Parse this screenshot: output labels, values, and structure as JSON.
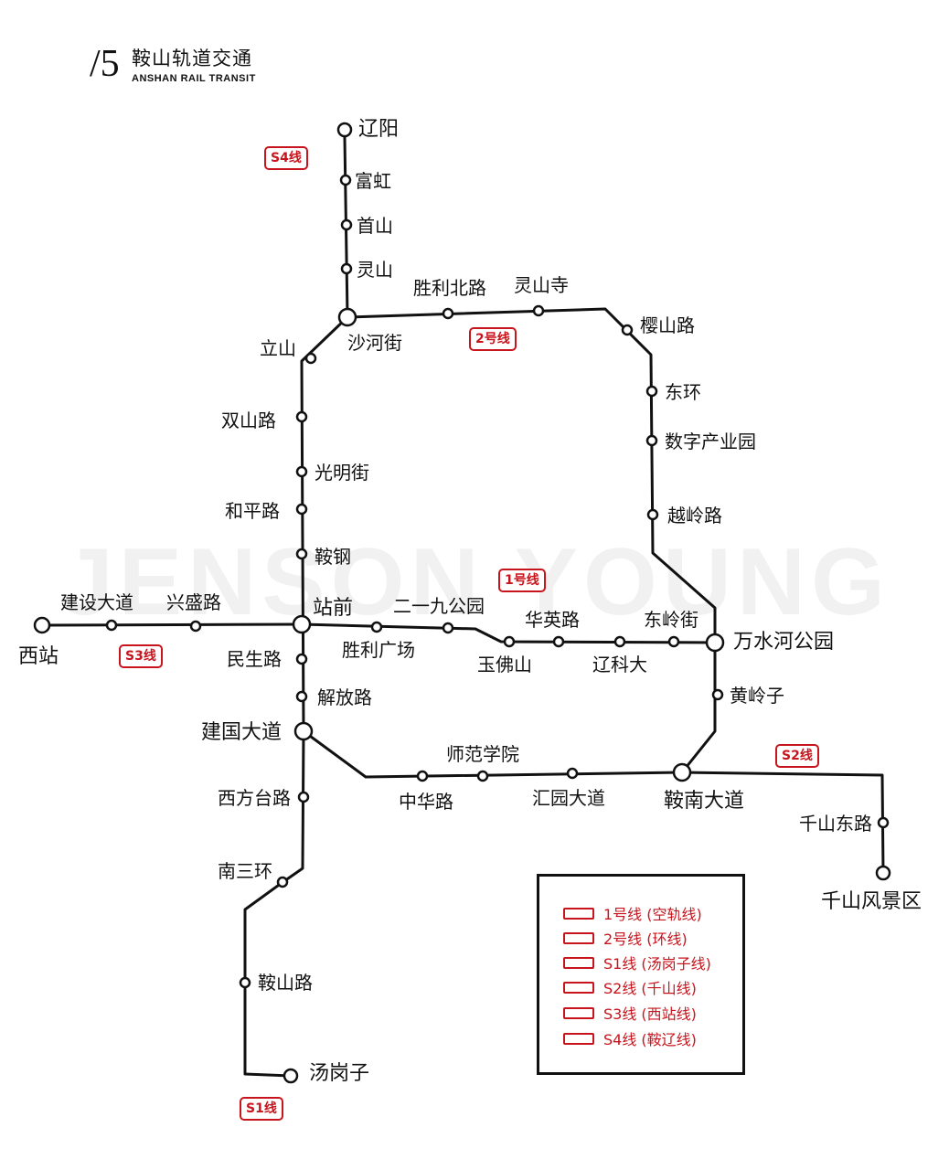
{
  "header": {
    "logo_mark": "/5",
    "title_cn": "鞍山轨道交通",
    "title_en": "ANSHAN RAIL TRANSIT"
  },
  "watermark": "JENSON YOUNG",
  "line_badges": {
    "s4": "S4线",
    "l2": "2号线",
    "l1": "1号线",
    "s3": "S3线",
    "s2": "S2线",
    "s1": "S1线"
  },
  "stations": {
    "liaoyang": "辽阳",
    "fuhong": "富虹",
    "shoushan": "首山",
    "lingshan": "灵山",
    "shahejie": "沙河街",
    "shenglibeilu": "胜利北路",
    "lingshansi": "灵山寺",
    "yingshanlu": "樱山路",
    "lishan": "立山",
    "dongjuan": "东环",
    "shuzichanyeyuan": "数字产业园",
    "yuelinglu": "越岭路",
    "shuangshanlu": "双山路",
    "guangmingjie": "光明街",
    "hepinglu": "和平路",
    "angang": "鞍钢",
    "jiansheadadao": "建设大道",
    "xingshenglu": "兴盛路",
    "xizhan": "西站",
    "zhanqian": "站前",
    "erjiugongyuan": "二一九公园",
    "shengliguangchang": "胜利广场",
    "yufoshan": "玉佛山",
    "huayinglu": "华英路",
    "liaokeda": "辽科大",
    "donglingjie": "东岭街",
    "wanshuihegongyuan": "万水河公园",
    "minshenglu": "民生路",
    "jiefanglu": "解放路",
    "jianguodadao": "建国大道",
    "huanglingzi": "黄岭子",
    "shifanxueyuan": "师范学院",
    "zhonghualu": "中华路",
    "huiyuandadao": "汇园大道",
    "annandadao": "鞍南大道",
    "xifangtailu": "西方台路",
    "qianshandonglu": "千山东路",
    "qianshanfengjingqu": "千山风景区",
    "nansanhuan": "南三环",
    "anshanlu": "鞍山路",
    "tanggangzi": "汤岗子"
  },
  "legend": {
    "items": [
      {
        "label": "1号线 (空轨线)"
      },
      {
        "label": "2号线 (环线)"
      },
      {
        "label": "S1线 (汤岗子线)"
      },
      {
        "label": "S2线 (千山线)"
      },
      {
        "label": "S3线 (西站线)"
      },
      {
        "label": "S4线 (鞍辽线)"
      }
    ]
  },
  "colors": {
    "line": "#111111",
    "accent_red": "#c8141c",
    "background": "#ffffff"
  }
}
